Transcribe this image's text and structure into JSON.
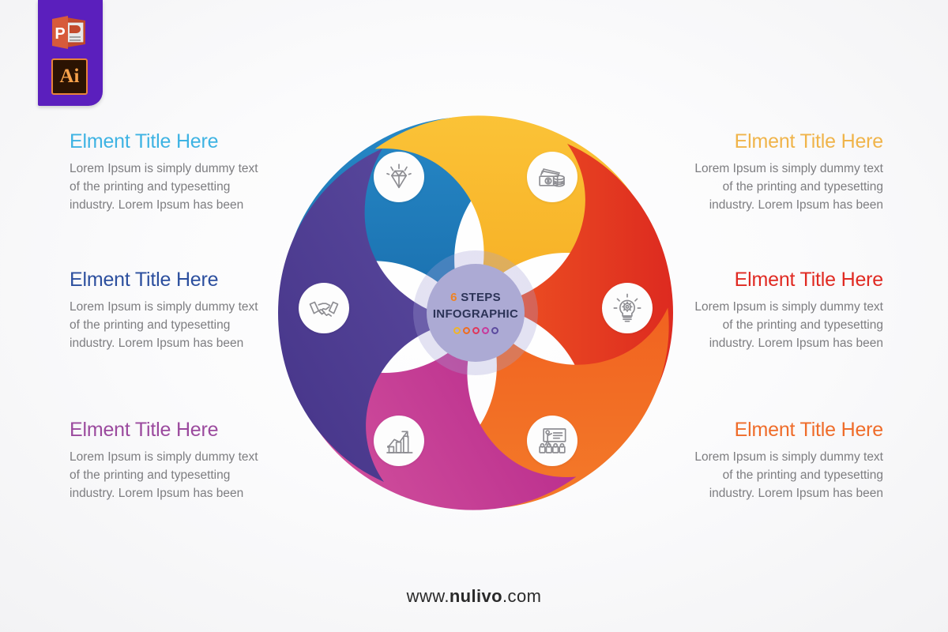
{
  "badge": {
    "name": "format-badge",
    "powerpoint_label": "P",
    "illustrator_label": "Ai",
    "background_color": "#5b1fbd"
  },
  "hub": {
    "line1_number": "6",
    "line1_text": " STEPS",
    "line2_text": "INFOGRAPHIC",
    "number_color": "#ef8322",
    "text_color": "#2c3357",
    "dot_colors": [
      "#f0b429",
      "#ef6c1f",
      "#e0365a",
      "#c73a9b",
      "#5b4a9e"
    ]
  },
  "segments": [
    {
      "index": 1,
      "icon": "diamond-icon",
      "color_start": "#1b76b8",
      "color_end": "#2289c9",
      "title": "Elment Title Here",
      "title_color": "#3eb3e3",
      "body": "Lorem Ipsum is simply dummy text of the printing and typesetting industry. Lorem Ipsum has been",
      "side": "left"
    },
    {
      "index": 2,
      "icon": "money-icon",
      "color_start": "#fbc334",
      "color_end": "#f6a81f",
      "title": "Elment Title Here",
      "title_color": "#f0b44a",
      "body": "Lorem Ipsum is simply dummy text of the printing and typesetting industry. Lorem Ipsum has been",
      "side": "right"
    },
    {
      "index": 3,
      "icon": "lightbulb-gear-icon",
      "color_start": "#e02a22",
      "color_end": "#ef5a23",
      "title": "Elment Title Here",
      "title_color": "#e02a22",
      "body": "Lorem Ipsum is simply dummy text of the printing and typesetting industry. Lorem Ipsum has been",
      "side": "right"
    },
    {
      "index": 4,
      "icon": "presentation-icon",
      "color_start": "#f2621f",
      "color_end": "#f4802a",
      "title": "Elment Title Here",
      "title_color": "#ef6c2a",
      "body": "Lorem Ipsum is simply dummy text of the printing and typesetting industry. Lorem Ipsum has been",
      "side": "right"
    },
    {
      "index": 5,
      "icon": "growth-chart-icon",
      "color_start": "#c02a8f",
      "color_end": "#d2559f",
      "title": "Elment Title Here",
      "title_color": "#9b4a9e",
      "body": "Lorem Ipsum is simply dummy text of the printing and typesetting industry. Lorem Ipsum has been",
      "side": "left"
    },
    {
      "index": 6,
      "icon": "handshake-icon",
      "color_start": "#4b3a93",
      "color_end": "#5b4a9e",
      "title": "Elment Title Here",
      "title_color": "#2c4f9e",
      "body": "Lorem Ipsum is simply dummy text of the printing and typesetting industry. Lorem Ipsum has been",
      "side": "left"
    }
  ],
  "footer": {
    "prefix": "www.",
    "brand": "nulivo",
    "suffix": ".com"
  }
}
